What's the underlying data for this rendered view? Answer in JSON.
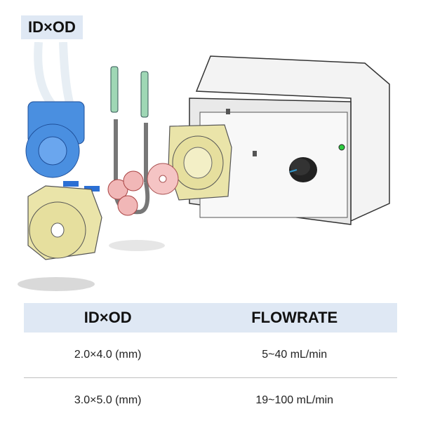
{
  "badge": {
    "text": "ID×OD"
  },
  "illustration": {
    "icons": [
      "peristaltic-pump-housing-icon",
      "pump-head-blue-icon",
      "pump-head-yellow-icon",
      "roller-rotor-icon",
      "tube-connector-icon",
      "silicone-tube-icon",
      "knob-icon",
      "indicator-led-icon"
    ],
    "colors": {
      "blue_head": "#4a8fe0",
      "yellow_head": "#e9e2a6",
      "rotor": "#f1b7b7",
      "housing": "#f3f3f3",
      "led": "#2ecc40"
    }
  },
  "table": {
    "headers": [
      "ID×OD",
      "FLOWRATE"
    ],
    "rows": [
      [
        "2.0×4.0 (mm)",
        "5~40 mL/min"
      ],
      [
        "3.0×5.0 (mm)",
        "19~100 mL/min"
      ]
    ],
    "header_bg": "#dfe8f4"
  }
}
